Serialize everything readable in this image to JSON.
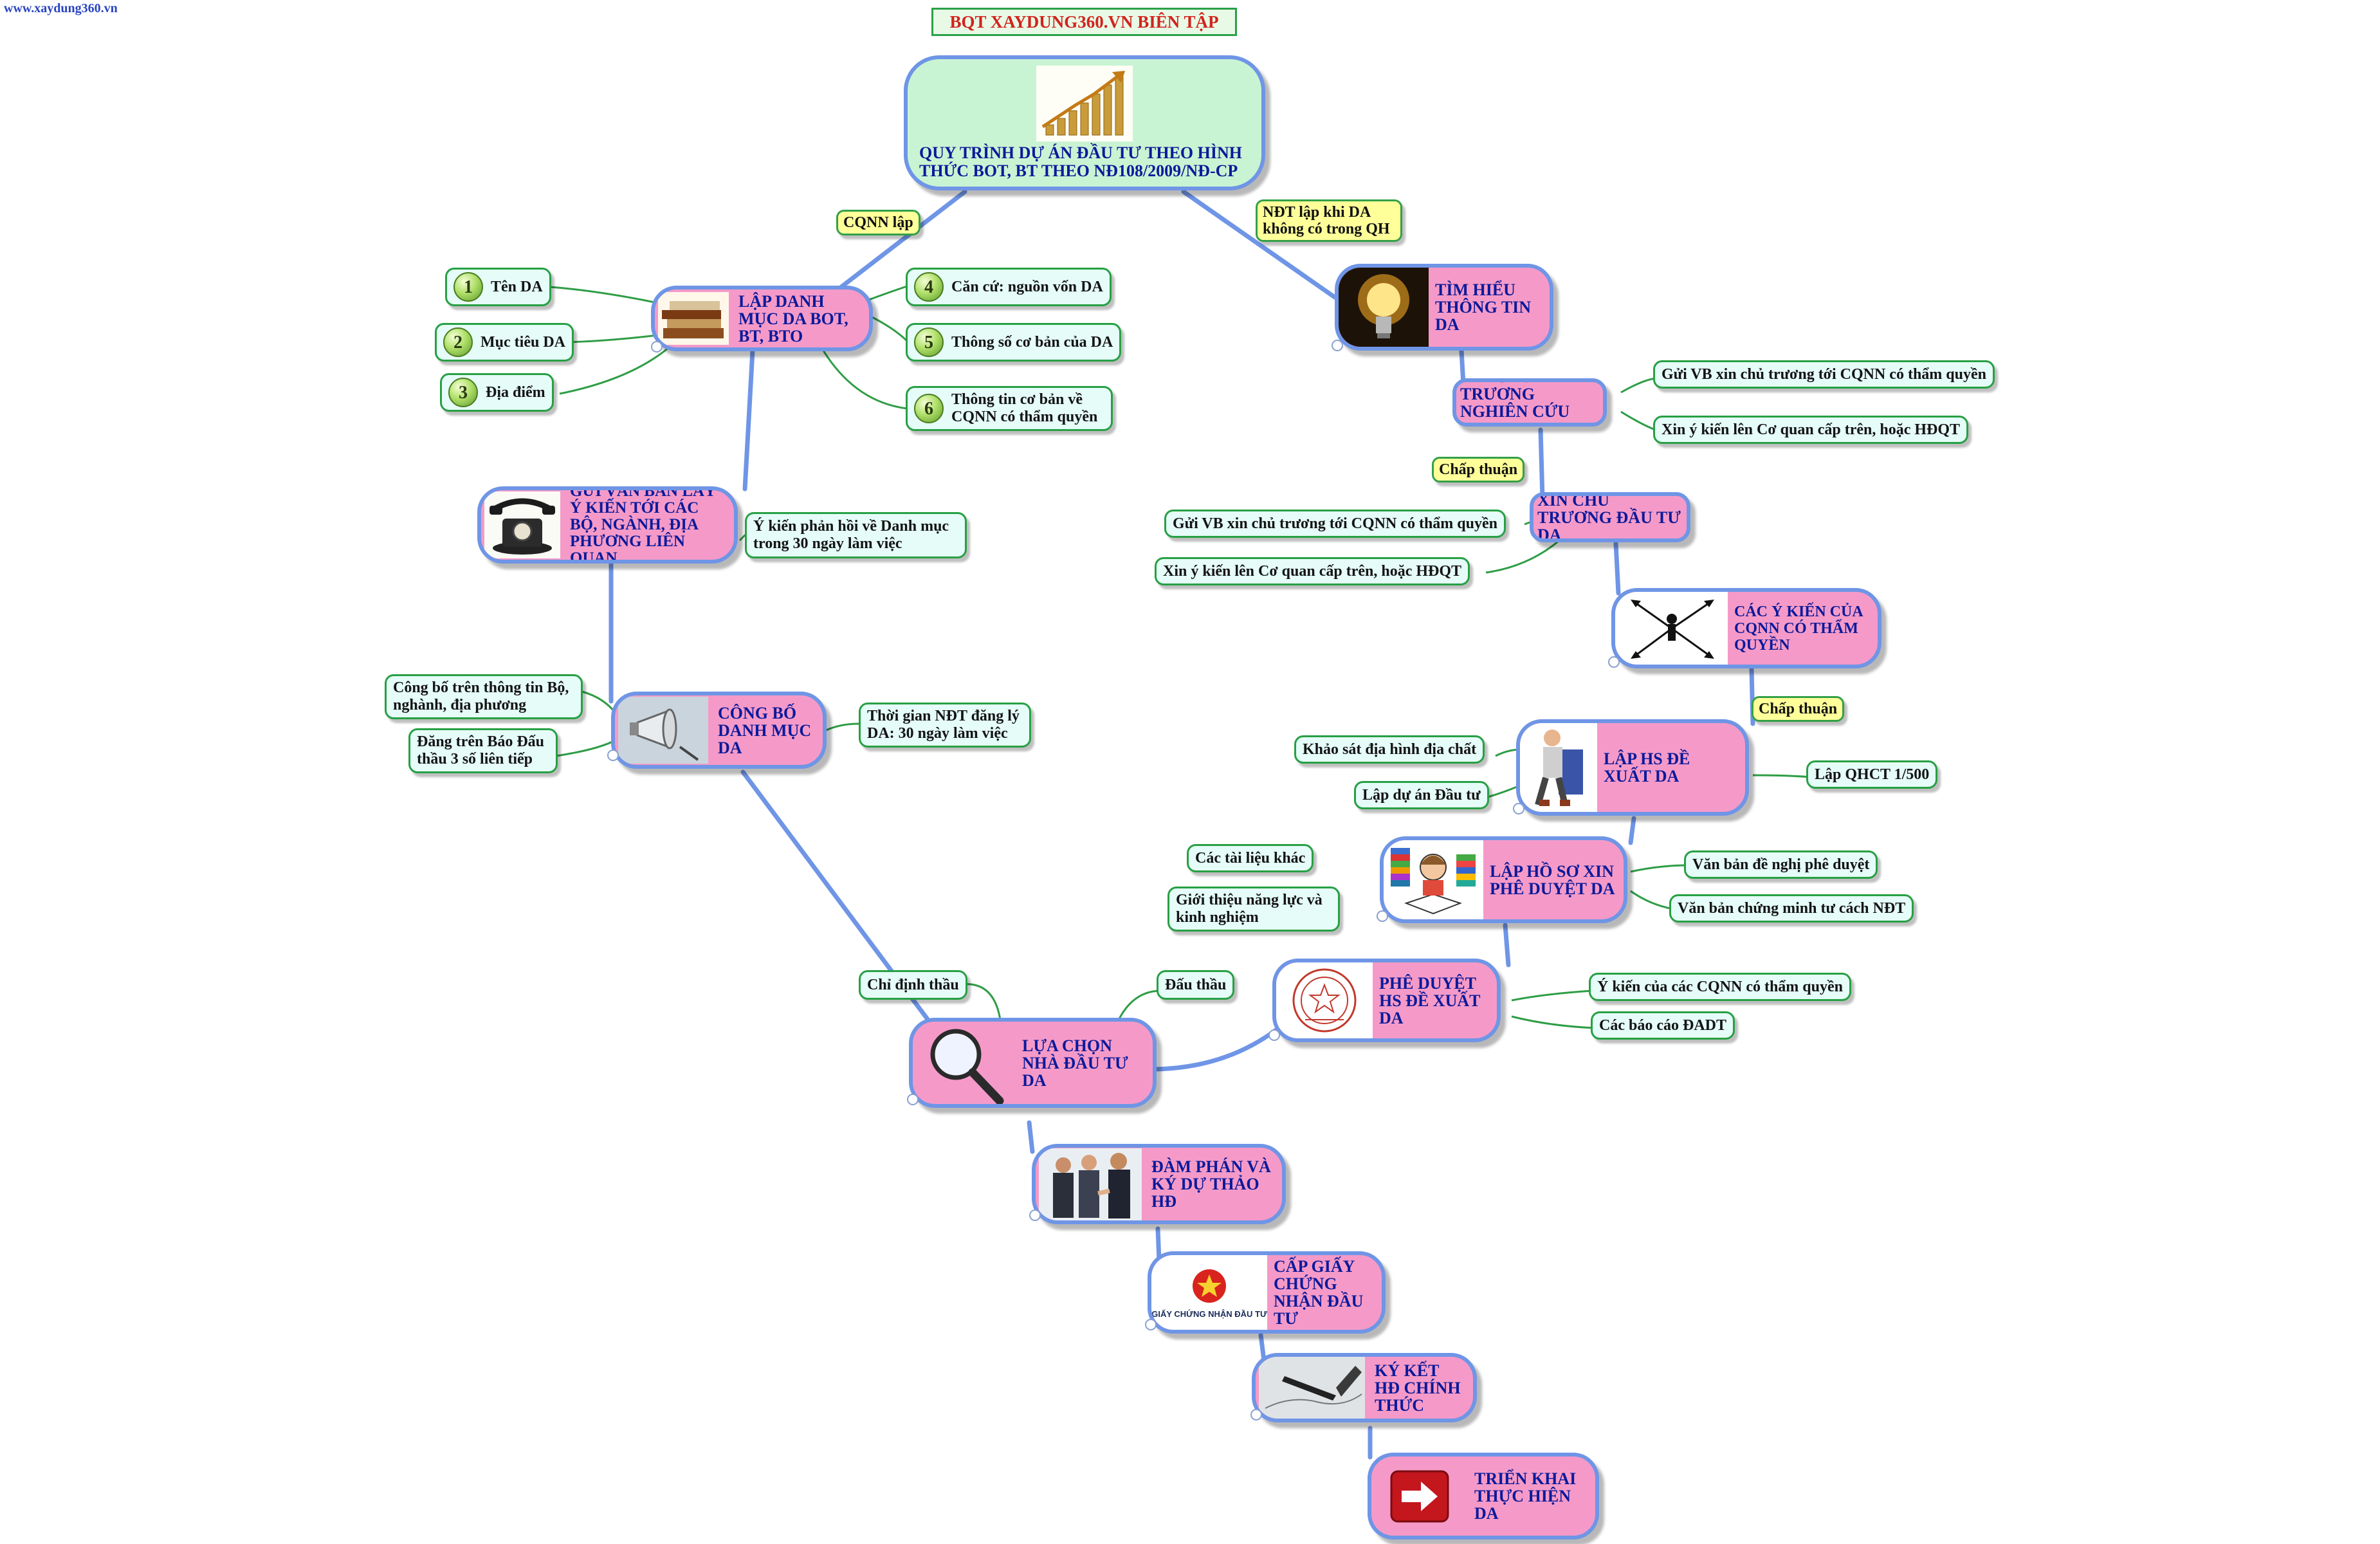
{
  "watermark": "www.xaydung360.vn",
  "header_banner": "BQT XAYDUNG360.VN BIÊN TẬP",
  "root": {
    "title": "QUY TRÌNH DỰ ÁN ĐẦU TƯ THEO HÌNH THỨC BOT, BT THEO NĐ108/2009/NĐ-CP",
    "icon": "growth-chart-icon"
  },
  "notes": {
    "cqnn_lap": "CQNN lập",
    "ndt_lap": "NĐT lập khi DA không có trong QH",
    "chap_thuan_1": "Chấp thuận",
    "chap_thuan_2": "Chấp thuận"
  },
  "nodes": {
    "lap_danh_muc": {
      "label": "LẬP DANH MỤC DA BOT, BT, BTO",
      "icon": "books-icon"
    },
    "gui_van_ban": {
      "label": "GỬI VĂN BẢN LẤY Ý KIẾN TỚI CÁC BỘ, NGÀNH, ĐỊA PHƯƠNG LIÊN QUAN",
      "icon": "telephone-icon"
    },
    "cong_bo": {
      "label": "CÔNG BỐ DANH MỤC DA",
      "icon": "megaphone-icon"
    },
    "lua_chon": {
      "label": "LỰA CHỌN NHÀ ĐẦU TƯ DA",
      "icon": "magnifier-icon"
    },
    "dam_phan": {
      "label": "ĐÀM PHÁN VÀ KÝ DỰ THẢO HĐ",
      "icon": "handshake-icon"
    },
    "cap_giay": {
      "label": "CẤP GIẤY CHỨNG NHẬN ĐẦU TƯ",
      "icon": "certificate-icon",
      "icon_caption": "GIẤY CHỨNG NHẬN ĐẦU TƯ"
    },
    "ky_ket": {
      "label": "KÝ KẾT HĐ CHÍNH THỨC",
      "icon": "pen-signing-icon"
    },
    "trien_khai": {
      "label": "TRIỂN KHAI THỰC HIỆN DA",
      "icon": "arrow-right-icon"
    },
    "tim_hieu": {
      "label": "TÌM HIỂU THÔNG TIN DA",
      "icon": "light-bulb-icon"
    },
    "xin_chu_truong_nc": {
      "label": "XIN CHỦ TRƯƠNG NGHIÊN CỨU DA"
    },
    "xin_chu_truong_dt": {
      "label": "XIN CHỦ TRƯƠNG ĐẦU TƯ DA"
    },
    "cac_y_kien": {
      "label": "CÁC Ý KIẾN CỦA CQNN CÓ THẨM QUYỀN",
      "icon": "arrows-divergent-icon"
    },
    "lap_hs_de_xuat": {
      "label": "LẬP HS ĐỀ XUẤT DA",
      "icon": "worker-icon"
    },
    "lap_ho_so_xin": {
      "label": "LẬP HỒ SƠ XIN PHÊ DUYỆT DA",
      "icon": "reading-student-icon"
    },
    "phe_duyet": {
      "label": "PHÊ DUYỆT HS ĐỀ XUẤT DA",
      "icon": "seal-icon"
    }
  },
  "leaves": {
    "ten_da": {
      "num": "1",
      "label": "Tên DA"
    },
    "muc_tieu": {
      "num": "2",
      "label": "Mục tiêu DA"
    },
    "dia_diem": {
      "num": "3",
      "label": "Địa điểm"
    },
    "can_cu": {
      "num": "4",
      "label": "Căn cứ: nguồn vốn DA"
    },
    "thong_so": {
      "num": "5",
      "label": "Thông số cơ bản của DA"
    },
    "thong_tin_cq": {
      "num": "6",
      "label": "Thông tin cơ bản về CQNN có thẩm quyền"
    },
    "y_kien_phan_hoi": "Ý kiến phản  hồi về Danh mục trong 30 ngày làm việc",
    "cong_bo_tt": "Công bố trên thông tin Bộ, nghành, địa phương",
    "dang_bao": "Đăng trên Báo Đấu thầu 3 số liên tiếp",
    "thoi_gian": "Thời gian NĐT đăng lý DA: 30 ngày làm việc",
    "chi_dinh": "Chỉ định thầu",
    "dau_thau": "Đấu thầu",
    "gui_vb_1": "Gửi VB xin chủ trương tới CQNN có thẩm quyền",
    "xin_y_kien_1": "Xin ý kiến lên Cơ quan cấp trên, hoặc HĐQT",
    "gui_vb_2": "Gửi VB xin chủ trương tới CQNN có thẩm quyền",
    "xin_y_kien_2": "Xin ý kiến lên Cơ quan cấp trên, hoặc HĐQT",
    "khao_sat": "Khảo sát địa hình địa chất",
    "lap_du_an": "Lập dự án Đầu tư",
    "lap_qhct": "Lập QHCT 1/500",
    "tai_lieu": "Các tài liệu khác",
    "gioi_thieu": "Giới thiệu năng lực và kinh nghiệm",
    "van_ban_de_nghi": "Văn bản đề nghị phê duyệt",
    "van_ban_chung_minh": "Văn bản chứng minh tư cách NĐT",
    "y_kien_cqnn": "Ý kiến của các CQNN có thẩm quyền",
    "bao_cao": "Các báo cáo ĐADT"
  },
  "colors": {
    "link": "#6f95e6",
    "leaf_link": "#2f9d46",
    "pink": "#f59ac8",
    "root_bg": "#c9f4d3",
    "text_blue": "#0b1a9a"
  }
}
